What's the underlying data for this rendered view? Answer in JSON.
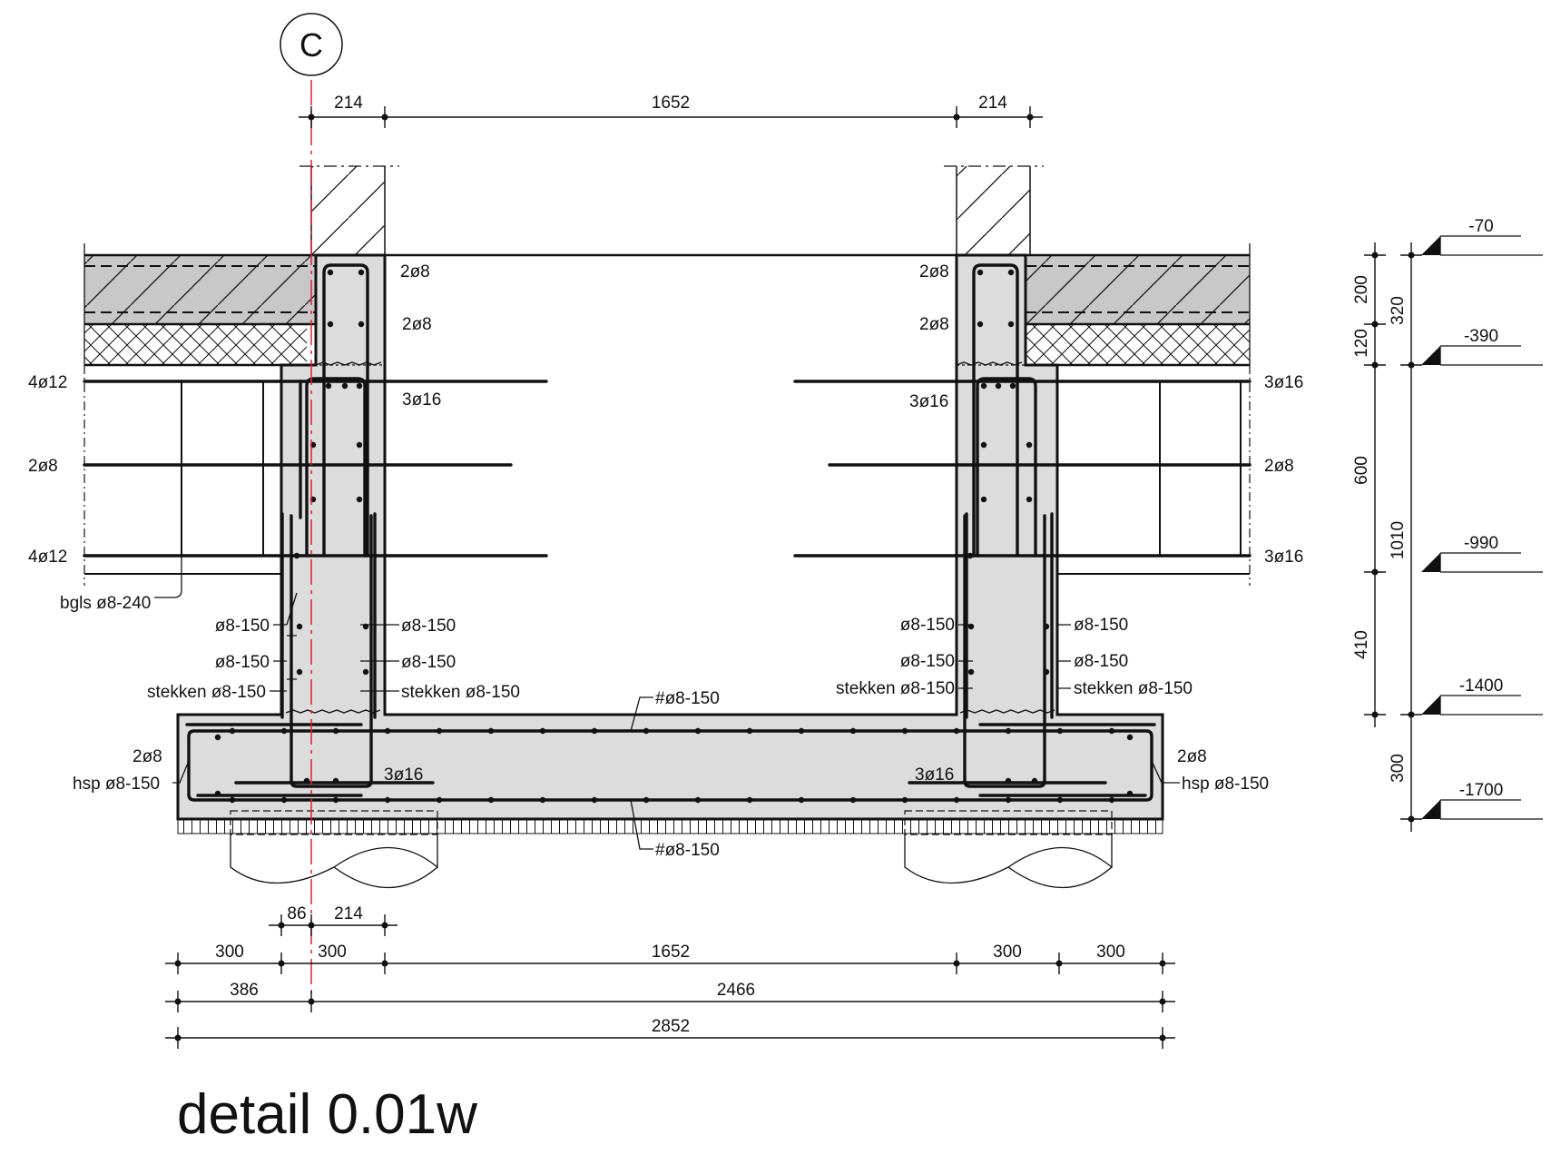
{
  "title": "detail 0.01w",
  "grid_bubble": "C",
  "labels": {
    "left_4o12_top": "4ø12",
    "left_2o8": "2ø8",
    "left_4o12_bot": "4ø12",
    "bgls": "bgls ø8-240",
    "l_2o8_a": "2ø8",
    "l_2o8_b": "2ø8",
    "l_3o16_top": "3ø16",
    "r_2o8_a": "2ø8",
    "r_2o8_b": "2ø8",
    "r_3o16_top": "3ø16",
    "right_3o16_top": "3ø16",
    "right_2o8": "2ø8",
    "right_3o16_bot": "3ø16",
    "l_o8_150_a": "ø8-150",
    "l_o8_150_b": "ø8-150",
    "l_stekken": "stekken ø8-150",
    "l_in_o8_150_a": "ø8-150",
    "l_in_o8_150_b": "ø8-150",
    "l_in_stekken": "stekken ø8-150",
    "r_in_o8_150_a": "ø8-150",
    "r_in_o8_150_b": "ø8-150",
    "r_in_stekken": "stekken ø8-150",
    "r_o8_150_a": "ø8-150",
    "r_o8_150_b": "ø8-150",
    "r_stekken": "stekken ø8-150",
    "mesh_top": "#ø8-150",
    "mesh_bot": "#ø8-150",
    "l_foot_2o8": "2ø8",
    "l_hsp": "hsp ø8-150",
    "l_foot_3o16": "3ø16",
    "r_foot_3o16": "3ø16",
    "r_foot_2o8": "2ø8",
    "r_hsp": "hsp ø8-150"
  },
  "dims": {
    "top_214_l": "214",
    "top_1652": "1652",
    "top_214_r": "214",
    "b_86": "86",
    "b_214": "214",
    "b_300_a": "300",
    "b_300_b": "300",
    "b_1652": "1652",
    "b_300_c": "300",
    "b_300_d": "300",
    "b_386": "386",
    "b_2466": "2466",
    "b_2852": "2852",
    "v_200": "200",
    "v_120": "120",
    "v_320": "320",
    "v_600": "600",
    "v_1010": "1010",
    "v_410": "410",
    "v_300": "300"
  },
  "levels": {
    "l1": "-70",
    "l2": "-390",
    "l3": "-990",
    "l4": "-1400",
    "l5": "-1700"
  },
  "colors": {
    "line": "#111111",
    "concrete": "#dcdcdc",
    "axis": "#e0202a"
  }
}
